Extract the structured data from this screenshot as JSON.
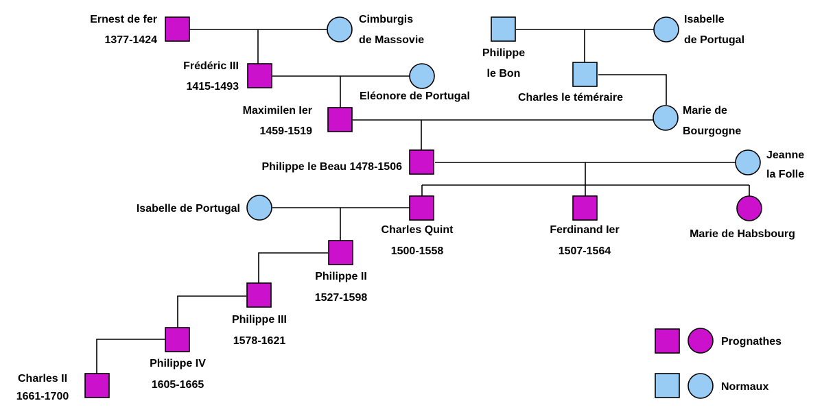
{
  "colors": {
    "prognathe": "#cc11cc",
    "normal": "#99ccf5",
    "line": "#000000"
  },
  "people": {
    "ernest": {
      "name": "Ernest de fer",
      "dates": "1377-1424",
      "sex": "male",
      "status": "prognathe"
    },
    "cimburgis": {
      "name": "Cimburgis",
      "dates": "de Massovie",
      "sex": "female",
      "status": "normal"
    },
    "philippe_bon": {
      "name": "Philippe",
      "dates": "le Bon",
      "sex": "male",
      "status": "normal"
    },
    "isabelle_a": {
      "name": "Isabelle",
      "dates": "de Portugal",
      "sex": "female",
      "status": "normal"
    },
    "frederic": {
      "name": "Frédéric III",
      "dates": "1415-1493",
      "sex": "male",
      "status": "prognathe"
    },
    "eleonore": {
      "name": "Eléonore de Portugal",
      "sex": "female",
      "status": "normal"
    },
    "charles_tem": {
      "name": "Charles le téméraire",
      "sex": "male",
      "status": "normal"
    },
    "maximilien": {
      "name": "Maximilen Ier",
      "dates": "1459-1519",
      "sex": "male",
      "status": "prognathe"
    },
    "marie_bourg": {
      "name": "Marie de",
      "dates": "Bourgogne",
      "sex": "female",
      "status": "normal"
    },
    "philippe_beau": {
      "name": "Philippe le Beau 1478-1506",
      "sex": "male",
      "status": "prognathe"
    },
    "jeanne": {
      "name": "Jeanne",
      "dates": "la Folle",
      "sex": "female",
      "status": "normal"
    },
    "isabelle_b": {
      "name": "Isabelle de Portugal",
      "sex": "female",
      "status": "normal"
    },
    "charles_quint": {
      "name": "Charles Quint",
      "dates": "1500-1558",
      "sex": "male",
      "status": "prognathe"
    },
    "ferdinand": {
      "name": "Ferdinand Ier",
      "dates": "1507-1564",
      "sex": "male",
      "status": "prognathe"
    },
    "marie_habs": {
      "name": "Marie de Habsbourg",
      "sex": "female",
      "status": "prognathe"
    },
    "philippe2": {
      "name": "Philippe II",
      "dates": "1527-1598",
      "sex": "male",
      "status": "prognathe"
    },
    "philippe3": {
      "name": "Philippe III",
      "dates": "1578-1621",
      "sex": "male",
      "status": "prognathe"
    },
    "philippe4": {
      "name": "Philippe IV",
      "dates": "1605-1665",
      "sex": "male",
      "status": "prognathe"
    },
    "charles2": {
      "name": "Charles II",
      "dates": "1661-1700",
      "sex": "male",
      "status": "prognathe"
    }
  },
  "legend": {
    "prognathes": "Prognathes",
    "normaux": "Normaux"
  }
}
